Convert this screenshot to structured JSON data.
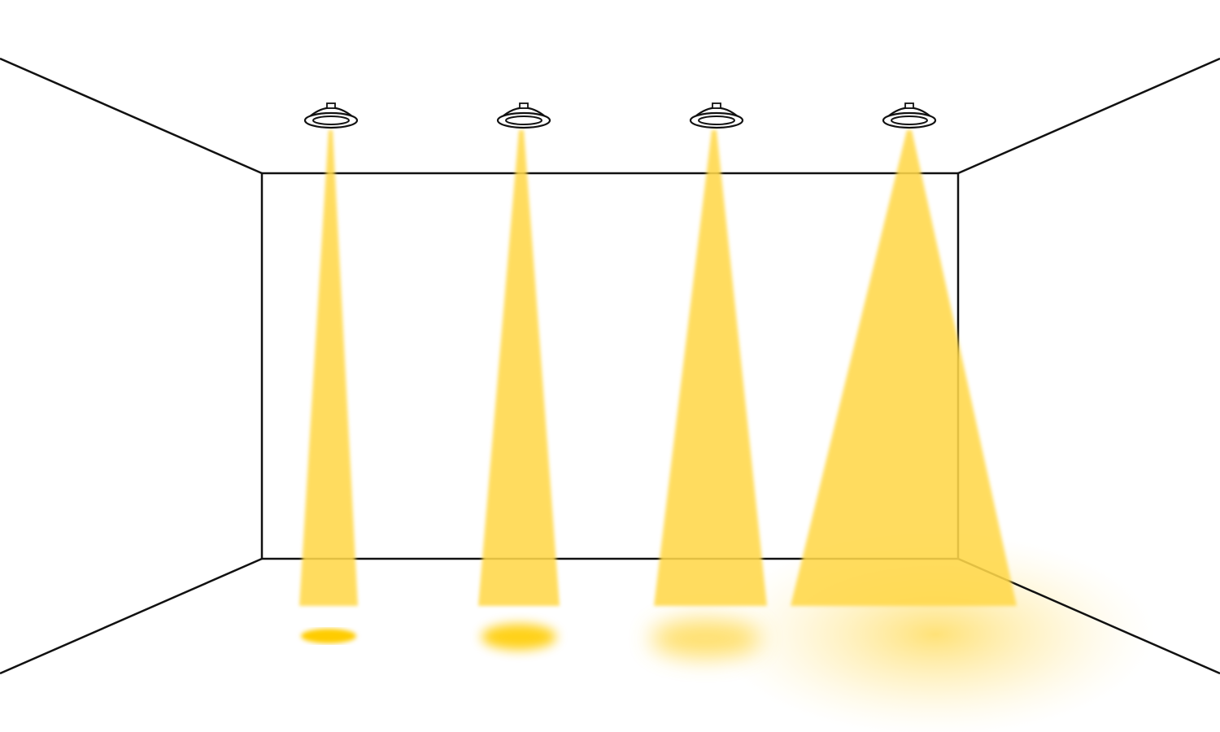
{
  "colors": {
    "background": "#ffffff",
    "room_lines": "#111111",
    "beam": "#FFD84A",
    "floor_spot": "#FFCC00"
  },
  "lights": [
    {
      "icon": "downlight-icon",
      "beam_width": "narrow"
    },
    {
      "icon": "downlight-icon",
      "beam_width": "medium"
    },
    {
      "icon": "downlight-icon",
      "beam_width": "wide"
    },
    {
      "icon": "downlight-icon",
      "beam_width": "extra-wide"
    }
  ]
}
